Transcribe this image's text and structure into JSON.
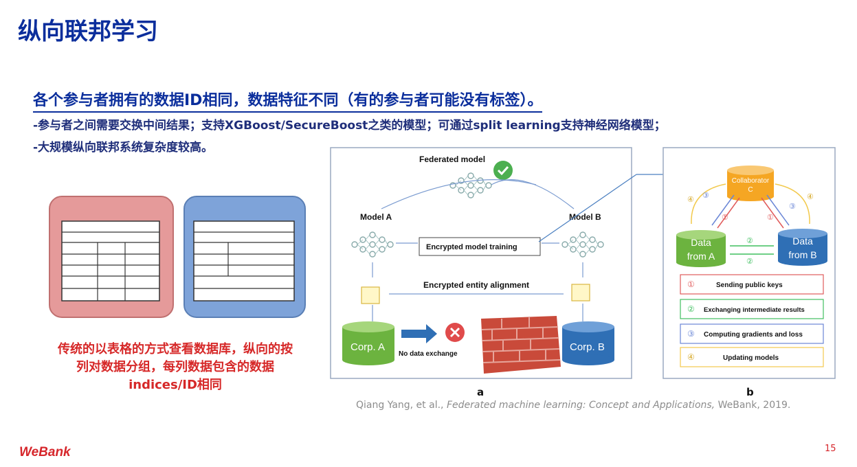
{
  "title": "纵向联邦学习",
  "subtitle": "各个参与者拥有的数据ID相同，数据特征不同（有的参与者可能没有标签）。",
  "bullets": [
    "-参与者之间需要交换中间结果；支持XGBoost/SecureBoost之类的模型；可通过split learning支持神经网络模型；",
    "-大规模纵向联邦系统复杂度较高。"
  ],
  "left_caption": [
    "传统的以表格的方式查看数据库，纵向的按",
    "列对数据分组，每列数据包含的数据",
    "indices/ID相同"
  ],
  "fig_a": {
    "federated_model": "Federated model",
    "model_a": "Model A",
    "model_b": "Model B",
    "encrypted_training": "Encrypted model training",
    "encrypted_alignment": "Encrypted entity alignment",
    "corp_a": "Corp. A",
    "corp_b": "Corp. B",
    "no_exchange": "No data exchange",
    "label": "a"
  },
  "fig_b": {
    "collaborator": [
      "Collaborator",
      "C"
    ],
    "data_a": [
      "Data",
      "from A"
    ],
    "data_b": [
      "Data",
      "from B"
    ],
    "steps": [
      {
        "num": "①",
        "text": "Sending public keys",
        "color": "#e05a5a"
      },
      {
        "num": "②",
        "text": "Exchanging intermediate results",
        "color": "#3fbf5f"
      },
      {
        "num": "③",
        "text": "Computing gradients and loss",
        "color": "#6a86d6"
      },
      {
        "num": "④",
        "text": "Updating models",
        "color": "#f2c94c"
      }
    ],
    "label": "b"
  },
  "citation": {
    "authors": "Qiang Yang, et al., ",
    "work": "Federated machine learning: Concept and Applications,",
    "rest": " WeBank, 2019."
  },
  "logo": "WeBank",
  "page_number": "15",
  "colors": {
    "title": "#0b2e9c",
    "red_text": "#d62828",
    "green_db": "#6cb33f",
    "blue_db": "#2f6fb5",
    "orange_collab": "#f5a623"
  }
}
